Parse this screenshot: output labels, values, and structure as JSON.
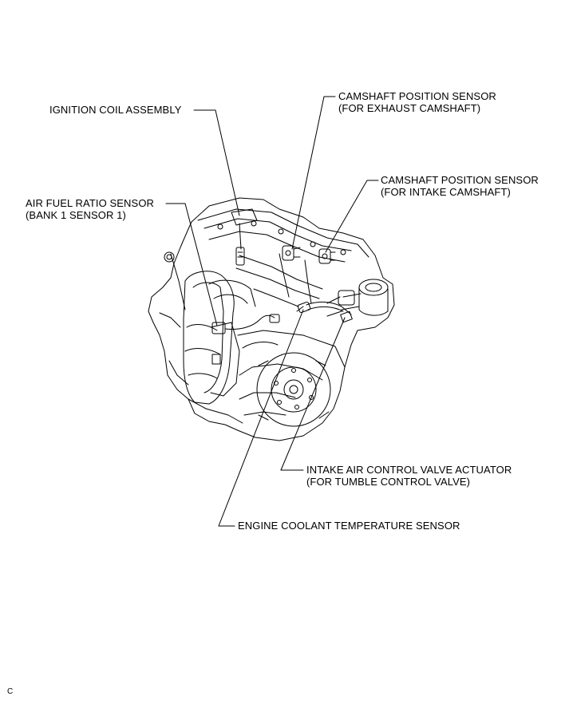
{
  "diagram": {
    "labels": {
      "camshaft_exhaust": {
        "line1": "CAMSHAFT POSITION SENSOR",
        "line2": "(FOR EXHAUST CAMSHAFT)"
      },
      "ignition_coil": {
        "line1": "IGNITION COIL ASSEMBLY"
      },
      "camshaft_intake": {
        "line1": "CAMSHAFT POSITION SENSOR",
        "line2": "(FOR INTAKE CAMSHAFT)"
      },
      "air_fuel": {
        "line1": "AIR FUEL RATIO SENSOR",
        "line2": "(BANK 1 SENSOR 1)"
      },
      "intake_air_valve": {
        "line1": "INTAKE AIR CONTROL VALVE ACTUATOR",
        "line2": "(FOR TUMBLE CONTROL VALVE)"
      },
      "coolant_temp": {
        "line1": "ENGINE COOLANT TEMPERATURE SENSOR"
      }
    },
    "figure_code": "C"
  }
}
